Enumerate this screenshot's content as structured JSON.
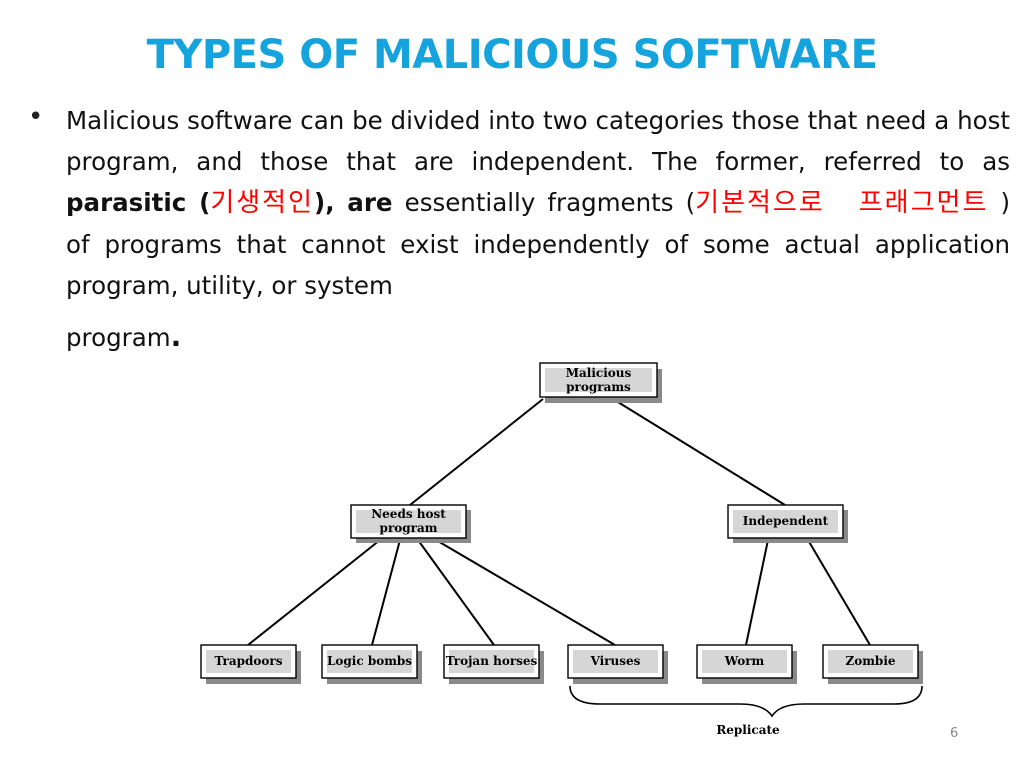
{
  "slide": {
    "title": "TYPES OF MALICIOUS SOFTWARE",
    "page_number": "6"
  },
  "bullet": {
    "symbol": "•",
    "text_intro": "Malicious software can be divided into two categories those that need a host program, and those that are independent. The former, referred to as",
    "term_bold": "parasitic (",
    "term_korean": "기생적인",
    "term_close_bold": "), are",
    "text_mid": "essentially fragments (",
    "fragments_korean_1": "기본적으로",
    "fragments_korean_2": "프래그먼트",
    "text_tail": ") of programs that cannot exist independently of some actual application program, utility, or system",
    "text_last": "program",
    "text_period": "."
  },
  "diagram": {
    "root_line1": "Malicious",
    "root_line2": "programs",
    "host_line1": "Needs host",
    "host_line2": "program",
    "independent": "Independent",
    "leaves": {
      "trapdoors": "Trapdoors",
      "logic_bombs": "Logic bombs",
      "trojan_horses": "Trojan horses",
      "viruses": "Viruses",
      "worm": "Worm",
      "zombie": "Zombie"
    },
    "brace_label": "Replicate"
  }
}
